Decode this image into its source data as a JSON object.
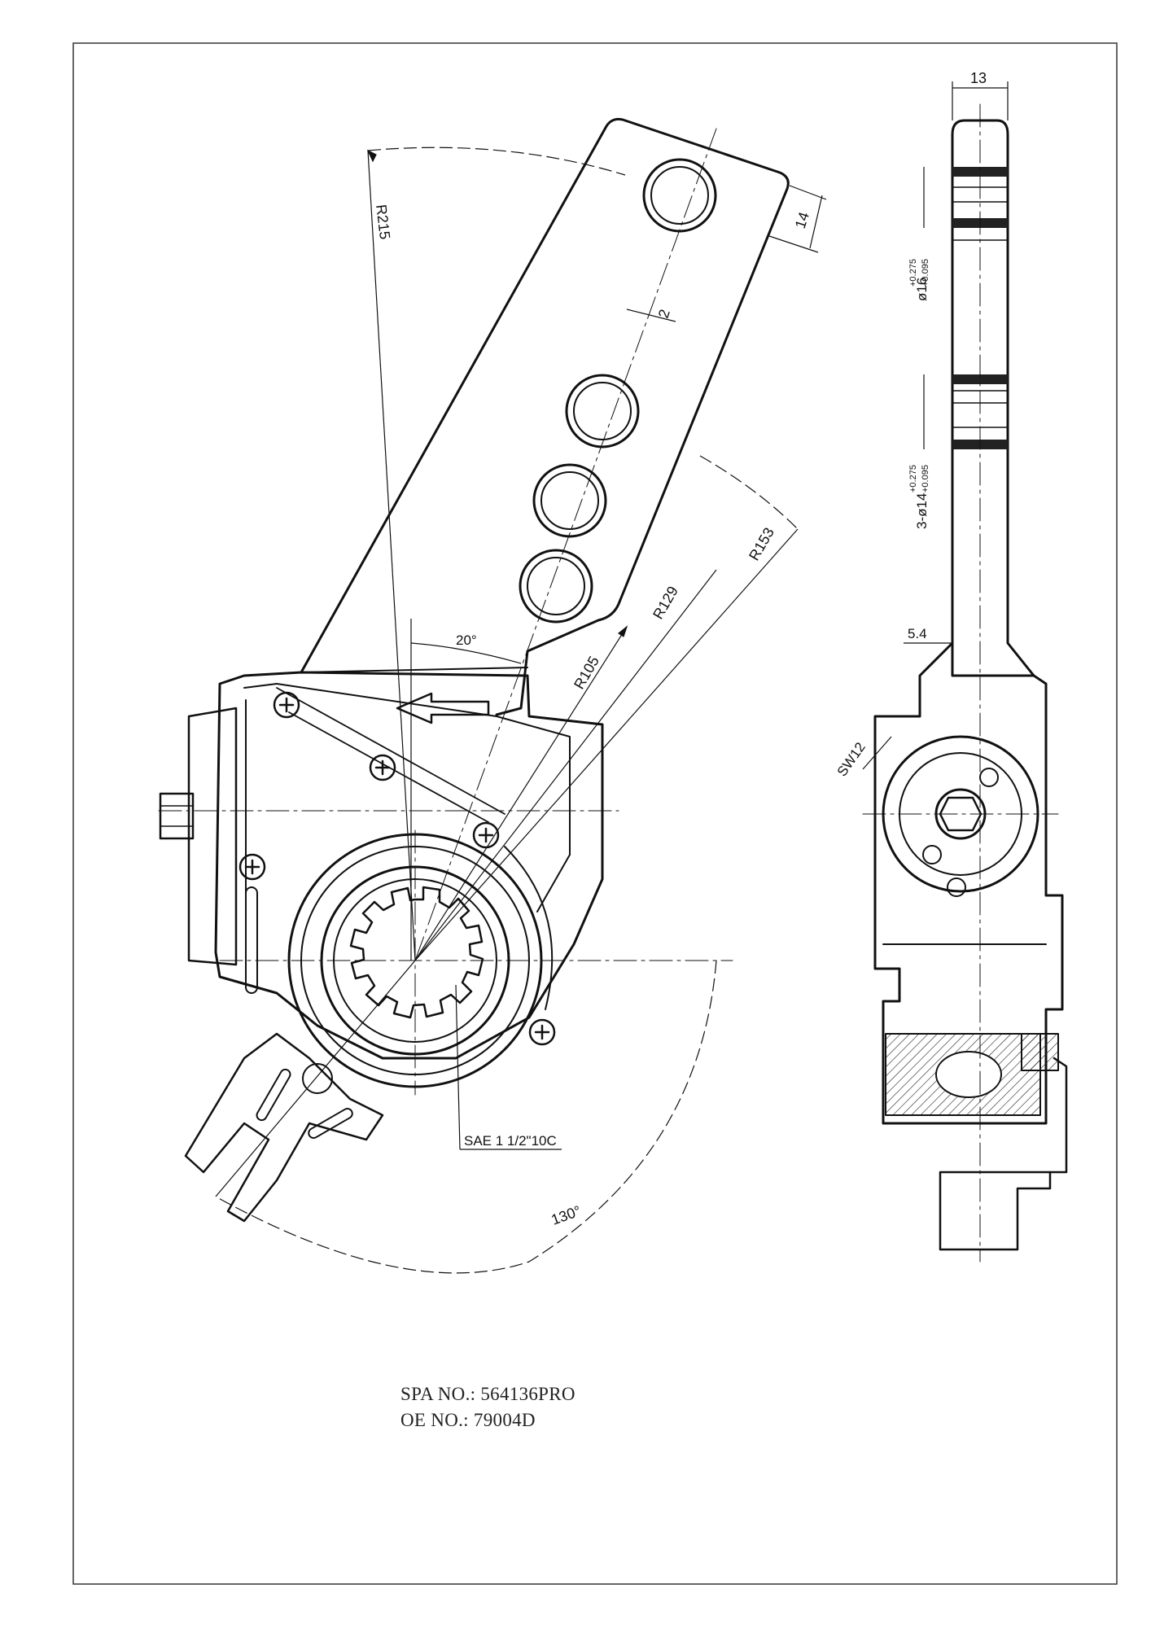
{
  "drawing": {
    "dimensions": {
      "r215": "R215",
      "d14": "14",
      "d2": "2",
      "r153": "R153",
      "r129": "R129",
      "r105": "R105",
      "angle20": "20°",
      "angle130": "130°",
      "spline": "SAE 1 1/2\"10C",
      "d13": "13",
      "hole16": "ø16",
      "hole16tol_upper": "+0.275",
      "hole16tol_lower": "+0.095",
      "hole14": "3-ø14",
      "hole14tol_upper": "+0.275",
      "hole14tol_lower": "+0.095",
      "d54": "5.4",
      "sw12": "SW12"
    },
    "info": {
      "spa_no": "SPA NO.: 564136PRO",
      "oe_no": "OE NO.: 79004D"
    }
  }
}
